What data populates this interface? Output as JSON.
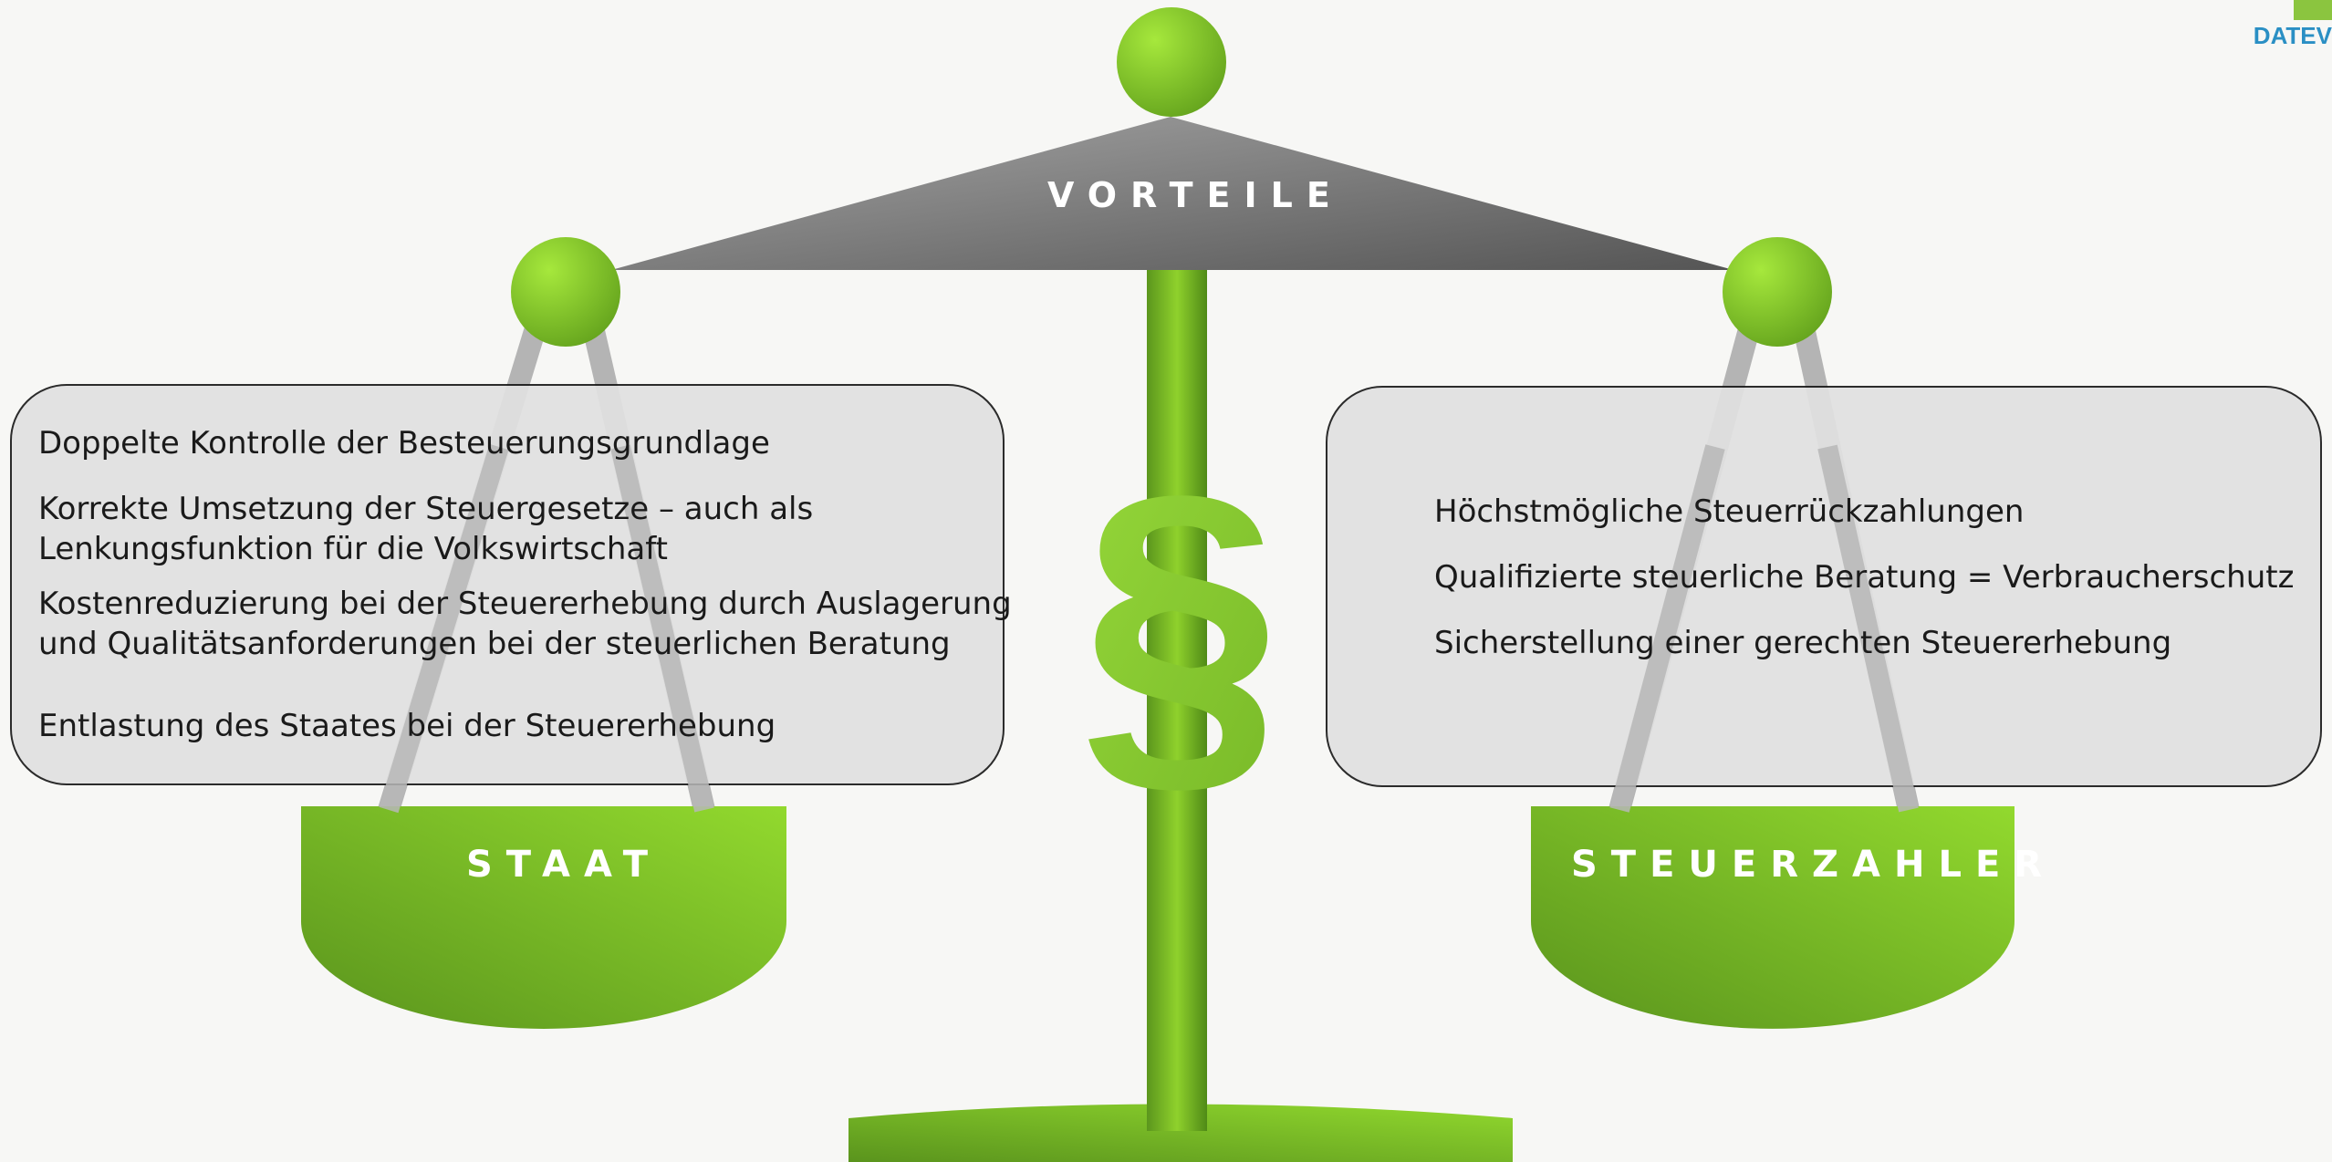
{
  "diagram": {
    "title": "VORTEILE",
    "symbol": "§",
    "left_pan": {
      "label": "STAAT",
      "items": [
        "Doppelte Kontrolle der Besteuerungsgrundlage",
        "Korrekte Umsetzung der Steuergesetze – auch als",
        "Lenkungsfunktion für die Volkswirtschaft",
        "Kostenreduzierung bei der Steuererhebung durch Auslagerung",
        "und Qualitätsanforderungen bei der steuerlichen Beratung",
        "Entlastung des Staates bei der Steuererhebung"
      ]
    },
    "right_pan": {
      "label": "STEUERZAHLER",
      "items": [
        "Höchstmögliche Steuerrückzahlungen",
        "Qualifizierte steuerliche Beratung = Verbraucherschutz",
        "Sicherstellung einer gerechten Steuererhebung"
      ]
    }
  },
  "logo": {
    "text": "DATEV"
  },
  "colors": {
    "green": "#8bc53f",
    "green_dark": "#5f9a1e",
    "beam_gray": "#7a7a7a",
    "rope_gray": "#b4b4b4",
    "box_fill": "#e1e1e1",
    "logo_blue": "#2a8fc4"
  }
}
